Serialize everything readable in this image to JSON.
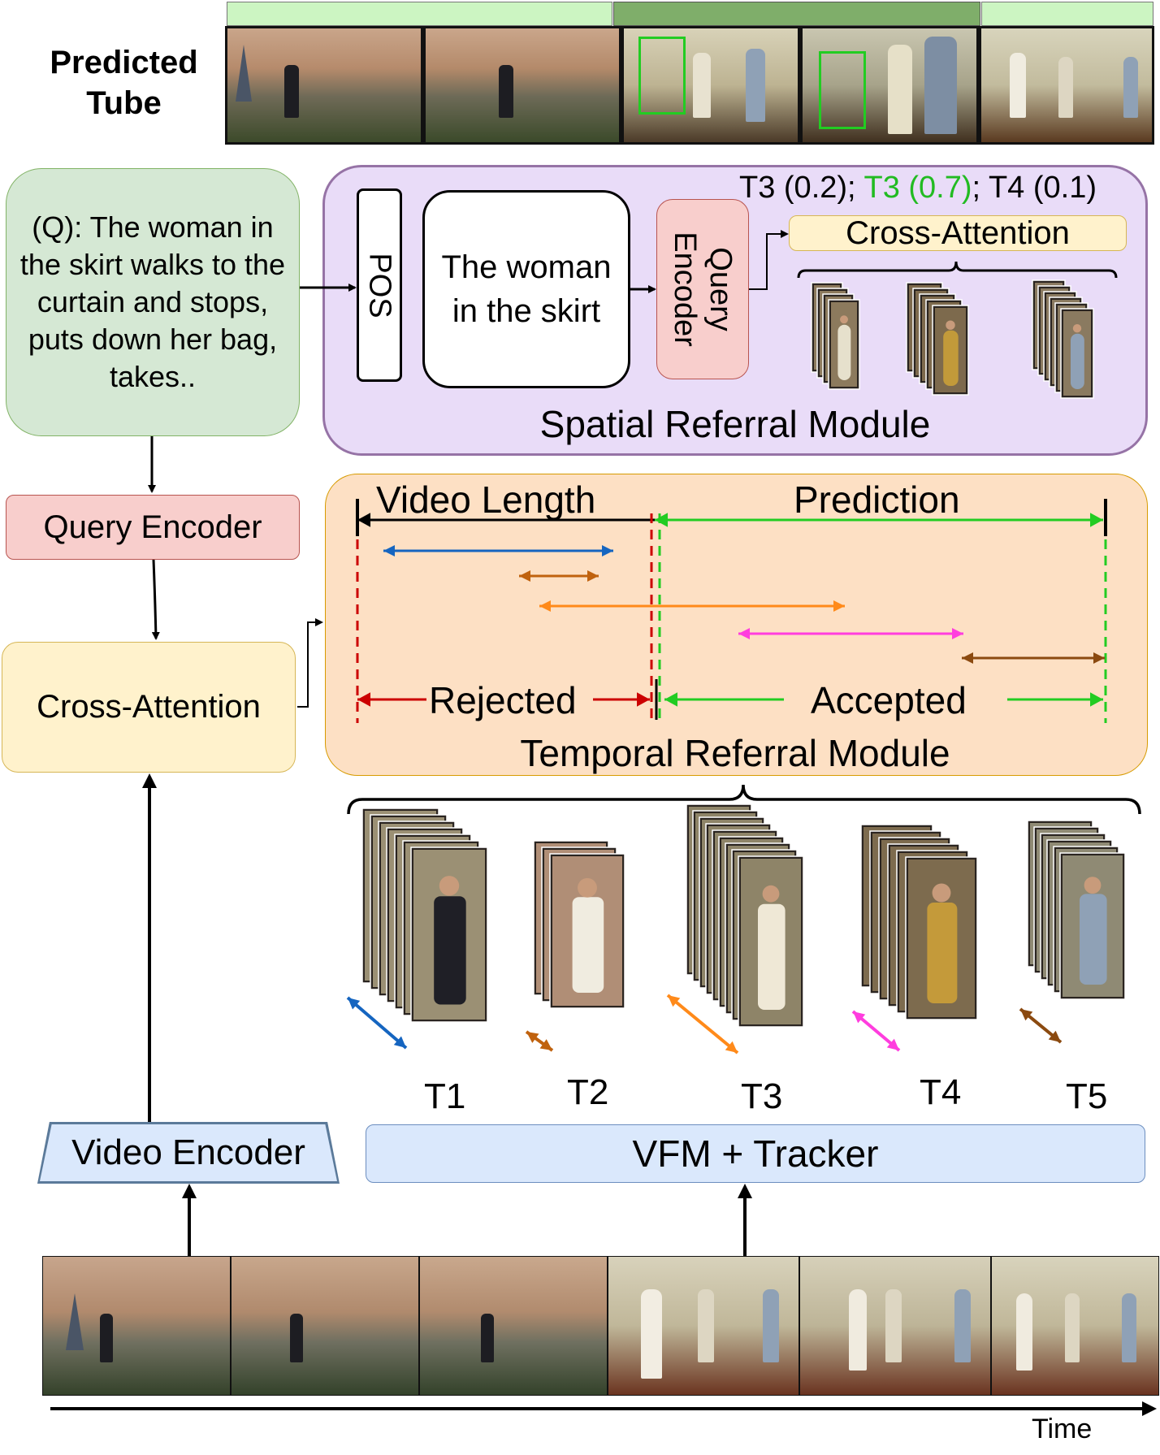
{
  "predicted_tube": {
    "label_line1": "Predicted",
    "label_line2": "Tube",
    "segment_colors": [
      "#ccf5c2",
      "#7fae6a",
      "#ccf5c2"
    ]
  },
  "query": {
    "text": "(Q): The woman in the skirt walks to the curtain and stops, puts down her bag, takes..",
    "lines": [
      "(Q): The woman in",
      "the skirt walks to the",
      "curtain and stops,",
      "puts down her bag,",
      "takes.."
    ]
  },
  "spatial_module": {
    "title": "Spatial Referral Module",
    "pos_label": "POS",
    "phrase_lines": [
      "The woman",
      "in the skirt"
    ],
    "query_encoder_lines": [
      "Query",
      "Encoder"
    ],
    "cross_attention": "Cross-Attention",
    "scores": [
      {
        "text": "T3 (0.2);",
        "color": "#000000"
      },
      {
        "text": "T3 (0.7)",
        "color": "#22bb22"
      },
      {
        "text": "; T4 (0.1)",
        "color": "#000000"
      }
    ]
  },
  "left_column": {
    "query_encoder": "Query Encoder",
    "cross_attention": "Cross-Attention",
    "video_encoder": "Video Encoder"
  },
  "temporal_module": {
    "title": "Temporal Referral Module",
    "video_length": "Video Length",
    "prediction": "Prediction",
    "rejected": "Rejected",
    "accepted": "Accepted"
  },
  "tracks": {
    "labels": [
      "T1",
      "T2",
      "T3",
      "T4",
      "T5"
    ],
    "colors": [
      "#1565c0",
      "#c0620e",
      "#ff8a1a",
      "#ff3dde",
      "#8b4a10"
    ]
  },
  "vfm_tracker": "VFM + Tracker",
  "time_axis": "Time",
  "colors": {
    "query_box": "#d5e8d4",
    "query_border": "#82b366",
    "spatial_fill": "#e9dcf8",
    "spatial_border": "#9673a6",
    "encoder_fill": "#f8cecc",
    "encoder_border": "#b85450",
    "cross_fill": "#fff2cc",
    "cross_border": "#d6b656",
    "temporal_fill": "#fde0c4",
    "temporal_border": "#d79b00",
    "blue_fill": "#dae8fc",
    "blue_border": "#6c8ebf",
    "rejected_red": "#cc0000",
    "accepted_green": "#22cc22"
  }
}
